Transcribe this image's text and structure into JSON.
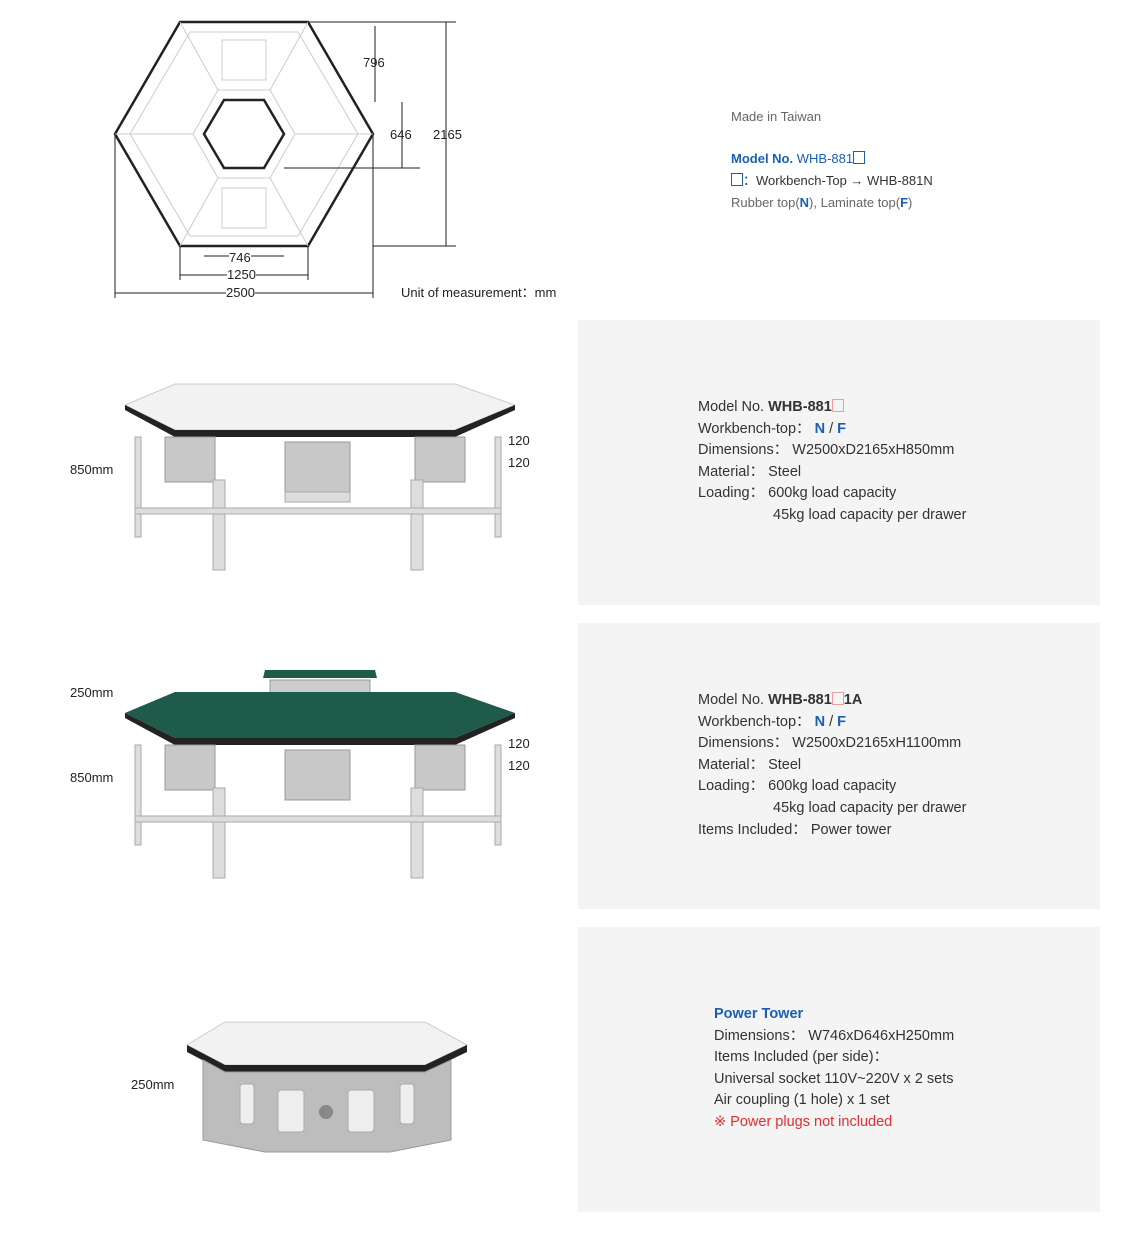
{
  "top_diagram": {
    "dims": {
      "d796": "796",
      "d646": "646",
      "d2165": "2165",
      "d746": "746",
      "d1250": "1250",
      "d2500": "2500"
    },
    "unit": "Unit of measurement：mm"
  },
  "info": {
    "made_in": "Made in Taiwan",
    "model_label": "Model No.",
    "model_value": "WHB-881",
    "box_legend": "：Workbench-Top → WHB-881N",
    "top_options_a": "Rubber top(",
    "N": "N",
    "top_options_b": "), Laminate top(",
    "F": "F",
    "top_options_c": ")"
  },
  "bench1": {
    "height": "850mm",
    "t1": "120",
    "t2": "120",
    "model_label": "Model No. ",
    "model": "WHB-881",
    "top_label": "Workbench-top：",
    "N": "N",
    "sep": " / ",
    "F": "F",
    "dimensions": "Dimensions： W2500xD2165xH850mm",
    "material": "Material： Steel",
    "loading": "Loading： 600kg load capacity",
    "loading2": "45kg load capacity per drawer"
  },
  "bench2": {
    "height_tower": "250mm",
    "height": "850mm",
    "t1": "120",
    "t2": "120",
    "model_label": "Model No. ",
    "model": "WHB-881",
    "model_suffix": "1A",
    "top_label": "Workbench-top：",
    "N": "N",
    "sep": " / ",
    "F": "F",
    "dimensions": "Dimensions： W2500xD2165xH1100mm",
    "material": "Material： Steel",
    "loading": "Loading： 600kg load capacity",
    "loading2": "45kg load capacity per drawer",
    "items": "Items Included： Power tower"
  },
  "tower": {
    "height": "250mm",
    "title": "Power Tower",
    "dimensions": "Dimensions： W746xD646xH250mm",
    "items": "Items Included (per side)：",
    "socket": "Universal socket 110V~220V x 2 sets",
    "air": "Air coupling (1 hole) x 1 set",
    "note": "※ Power plugs not included"
  },
  "colors": {
    "blue": "#1a5fb4",
    "green": "#1f5b4a",
    "red": "#e03030",
    "panel": "#f4f4f4"
  }
}
